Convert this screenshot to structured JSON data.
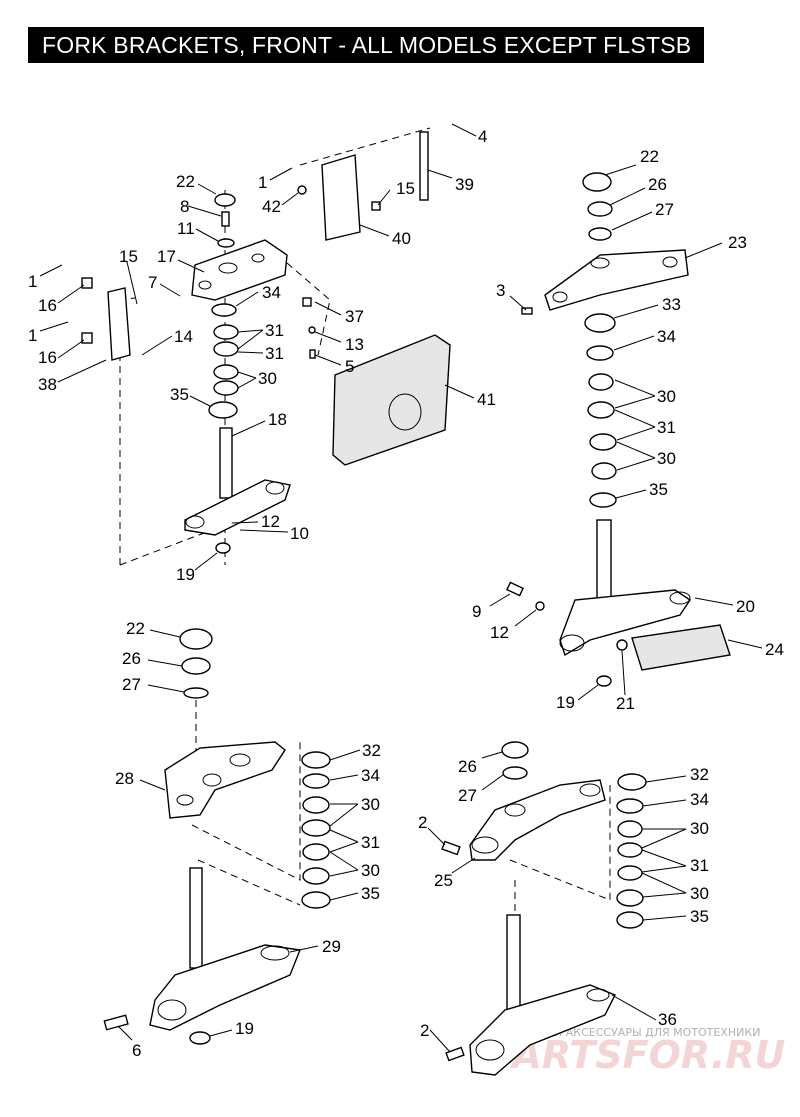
{
  "title": "FORK BRACKETS, FRONT - ALL MODELS EXCEPT FLSTSB",
  "watermark": {
    "text": "ЗАПЧАСТИ И АКСЕССУАРЫ ДЛЯ МОТОТЕХНИКИ",
    "logo": "PARTSFOR.RU"
  },
  "callouts": [
    {
      "id": "c-4a",
      "n": "4"
    },
    {
      "id": "c-39",
      "n": "39"
    },
    {
      "id": "c-1a",
      "n": "1"
    },
    {
      "id": "c-15a",
      "n": "15"
    },
    {
      "id": "c-42",
      "n": "42"
    },
    {
      "id": "c-40",
      "n": "40"
    },
    {
      "id": "c-22a",
      "n": "22"
    },
    {
      "id": "c-8",
      "n": "8"
    },
    {
      "id": "c-11",
      "n": "11"
    },
    {
      "id": "c-17",
      "n": "17"
    },
    {
      "id": "c-7",
      "n": "7"
    },
    {
      "id": "c-15b",
      "n": "15"
    },
    {
      "id": "c-1b",
      "n": "1"
    },
    {
      "id": "c-16a",
      "n": "16"
    },
    {
      "id": "c-1c",
      "n": "1"
    },
    {
      "id": "c-16b",
      "n": "16"
    },
    {
      "id": "c-38",
      "n": "38"
    },
    {
      "id": "c-14",
      "n": "14"
    },
    {
      "id": "c-34a",
      "n": "34"
    },
    {
      "id": "c-31a",
      "n": "31"
    },
    {
      "id": "c-31b",
      "n": "31"
    },
    {
      "id": "c-30a",
      "n": "30"
    },
    {
      "id": "c-35a",
      "n": "35"
    },
    {
      "id": "c-18",
      "n": "18"
    },
    {
      "id": "c-12a",
      "n": "12"
    },
    {
      "id": "c-10",
      "n": "10"
    },
    {
      "id": "c-19a",
      "n": "19"
    },
    {
      "id": "c-37",
      "n": "37"
    },
    {
      "id": "c-13",
      "n": "13"
    },
    {
      "id": "c-5",
      "n": "5"
    },
    {
      "id": "c-41",
      "n": "41"
    },
    {
      "id": "c-22b",
      "n": "22"
    },
    {
      "id": "c-26a",
      "n": "26"
    },
    {
      "id": "c-27a",
      "n": "27"
    },
    {
      "id": "c-23",
      "n": "23"
    },
    {
      "id": "c-3",
      "n": "3"
    },
    {
      "id": "c-33",
      "n": "33"
    },
    {
      "id": "c-34b",
      "n": "34"
    },
    {
      "id": "c-30b",
      "n": "30"
    },
    {
      "id": "c-31c",
      "n": "31"
    },
    {
      "id": "c-30c",
      "n": "30"
    },
    {
      "id": "c-35b",
      "n": "35"
    },
    {
      "id": "c-9",
      "n": "9"
    },
    {
      "id": "c-12b",
      "n": "12"
    },
    {
      "id": "c-20",
      "n": "20"
    },
    {
      "id": "c-24",
      "n": "24"
    },
    {
      "id": "c-19b",
      "n": "19"
    },
    {
      "id": "c-21",
      "n": "21"
    },
    {
      "id": "c-22c",
      "n": "22"
    },
    {
      "id": "c-26b",
      "n": "26"
    },
    {
      "id": "c-27b",
      "n": "27"
    },
    {
      "id": "c-28",
      "n": "28"
    },
    {
      "id": "c-32a",
      "n": "32"
    },
    {
      "id": "c-34c",
      "n": "34"
    },
    {
      "id": "c-30d",
      "n": "30"
    },
    {
      "id": "c-31d",
      "n": "31"
    },
    {
      "id": "c-30e",
      "n": "30"
    },
    {
      "id": "c-35c",
      "n": "35"
    },
    {
      "id": "c-29",
      "n": "29"
    },
    {
      "id": "c-6",
      "n": "6"
    },
    {
      "id": "c-19c",
      "n": "19"
    },
    {
      "id": "c-26c",
      "n": "26"
    },
    {
      "id": "c-27c",
      "n": "27"
    },
    {
      "id": "c-2a",
      "n": "2"
    },
    {
      "id": "c-25",
      "n": "25"
    },
    {
      "id": "c-32b",
      "n": "32"
    },
    {
      "id": "c-34d",
      "n": "34"
    },
    {
      "id": "c-30f",
      "n": "30"
    },
    {
      "id": "c-31e",
      "n": "31"
    },
    {
      "id": "c-30g",
      "n": "30"
    },
    {
      "id": "c-35d",
      "n": "35"
    },
    {
      "id": "c-36",
      "n": "36"
    },
    {
      "id": "c-2b",
      "n": "2"
    }
  ]
}
